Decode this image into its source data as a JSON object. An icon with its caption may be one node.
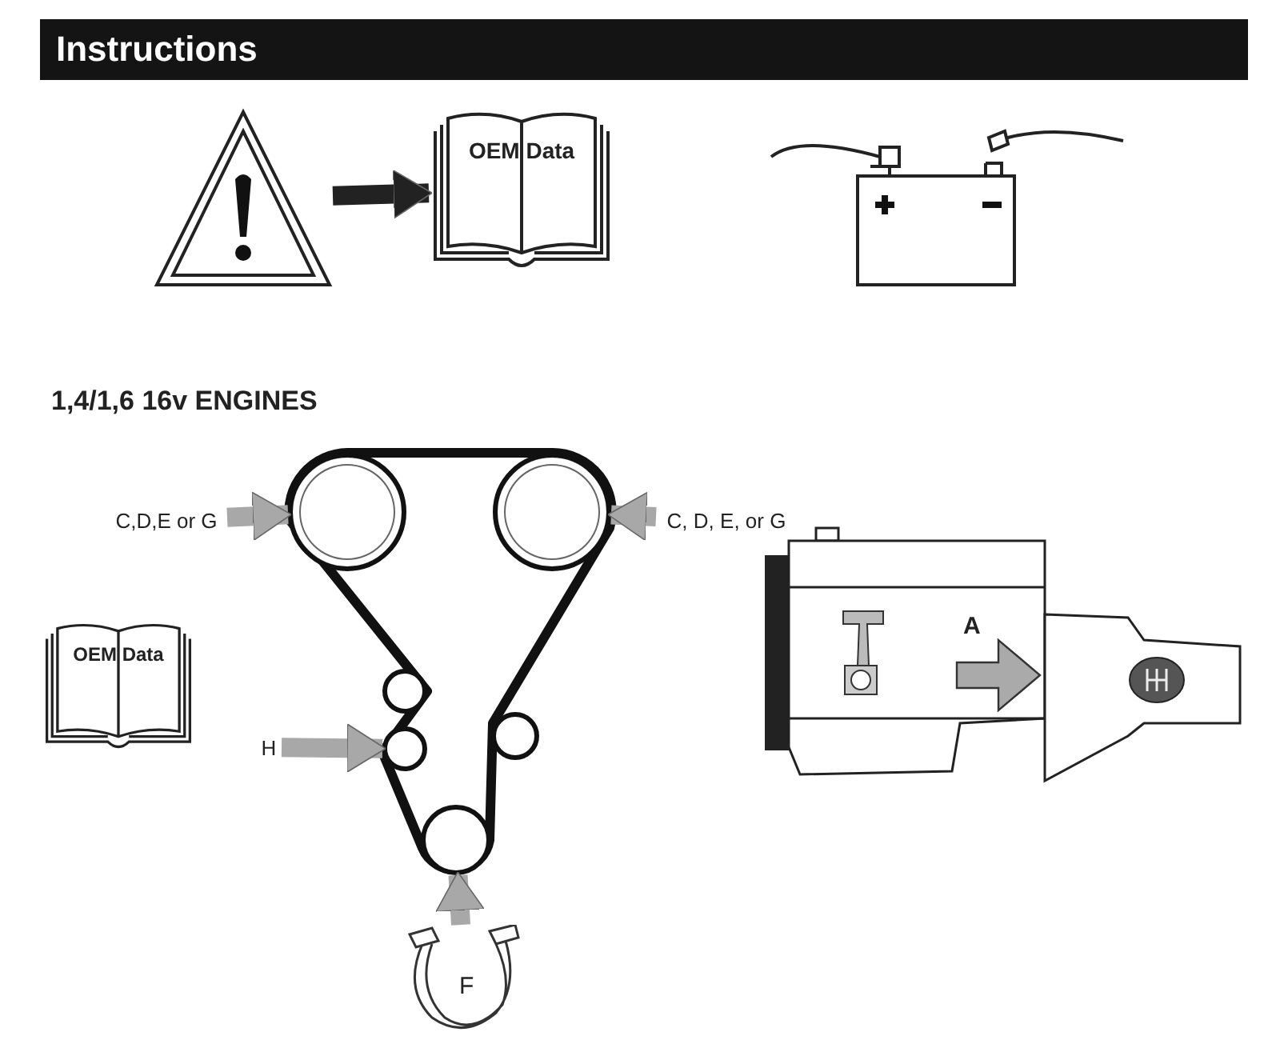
{
  "diagram": {
    "title": "Instructions",
    "nodes": [
      {
        "text": [],
        "shape": "triangle"
      },
      {
        "text": [
          "OEM Data"
        ]
      },
      {
        "text": [],
        "shape": "picture"
      },
      {
        "text": [
          "C,D,E or G"
        ]
      },
      {
        "text": [],
        "shape": "circle"
      },
      {
        "text": [],
        "shape": "circle"
      },
      {
        "text": [
          "C, D, E, or G"
        ]
      },
      {
        "text": [
          "OEM Data"
        ]
      },
      {
        "text": [],
        "shape": "circle"
      },
      {
        "text": [],
        "shape": "circle"
      },
      {
        "text": [
          "H"
        ]
      },
      {
        "text": [],
        "shape": "circle"
      },
      {
        "text": [],
        "shape": "circle"
      },
      {
        "text": [
          "F"
        ]
      },
      {
        "text": [],
        "shape": "picture"
      }
    ],
    "edges": [
      {
        "from": 0,
        "to": 1,
        "arrow": "to",
        "color": "#222222"
      },
      {
        "from": 3,
        "to": 4,
        "arrow": "to"
      },
      {
        "from": 6,
        "to": 5,
        "arrow": "to"
      },
      {
        "from": 10,
        "to": 9,
        "arrow": "to"
      },
      {
        "from": 13,
        "to": 12,
        "arrow": "to"
      }
    ],
    "labels": [
      "1,4/1,6 16v ENGINES",
      "A"
    ]
  }
}
